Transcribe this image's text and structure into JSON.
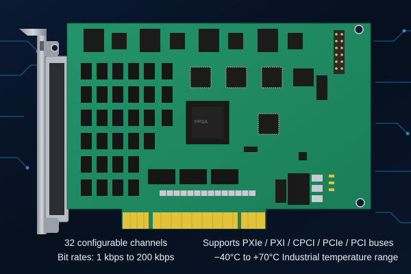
{
  "captions": {
    "channels": "32 configurable channels",
    "bit_rates": "Bit rates: 1 kbps to 200 kbps",
    "buses": "Supports PXIe / PXI / CPCI / PCIe / PCI buses",
    "temperature": "−40°C to +70°C Industrial temperature range"
  },
  "colors": {
    "background": "#06101e",
    "circuit_glow": "#1c6fb3",
    "pcb": "#1f8a62",
    "gold": "#e3c23b"
  }
}
